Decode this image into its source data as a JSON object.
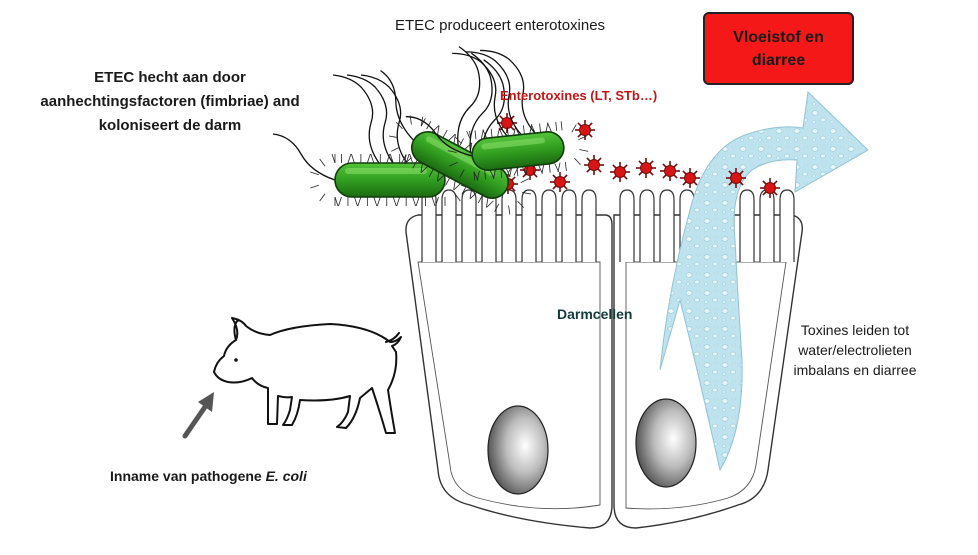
{
  "title": "ETEC produceert enterotoxines",
  "attach_text": "ETEC hecht aan door aanhechtingsfactoren (fimbriae) and koloniseert de darm",
  "enterotoxins_label": "Enterotoxines (LT, STb…)",
  "fluid_box": {
    "text": "Vloeistof en diarree",
    "color": "#f51818"
  },
  "cells_label": "Darmcellen",
  "toxins_effect": "Toxines leiden tot water/electrolieten imbalans en diarree",
  "intake": {
    "prefix": "Inname van pathogene ",
    "italic": "E. coli"
  },
  "colors": {
    "bacteria": "#2f9a1e",
    "toxin": "#d81515",
    "fluid": "#bfe3ee",
    "enterotoxin_text": "#c31515",
    "cells_text": "#123c3c"
  },
  "icons": [
    "pig-silhouette",
    "ingestion-arrow",
    "bacterium",
    "toxin-star",
    "fluid-arrow",
    "cell-nucleus"
  ]
}
